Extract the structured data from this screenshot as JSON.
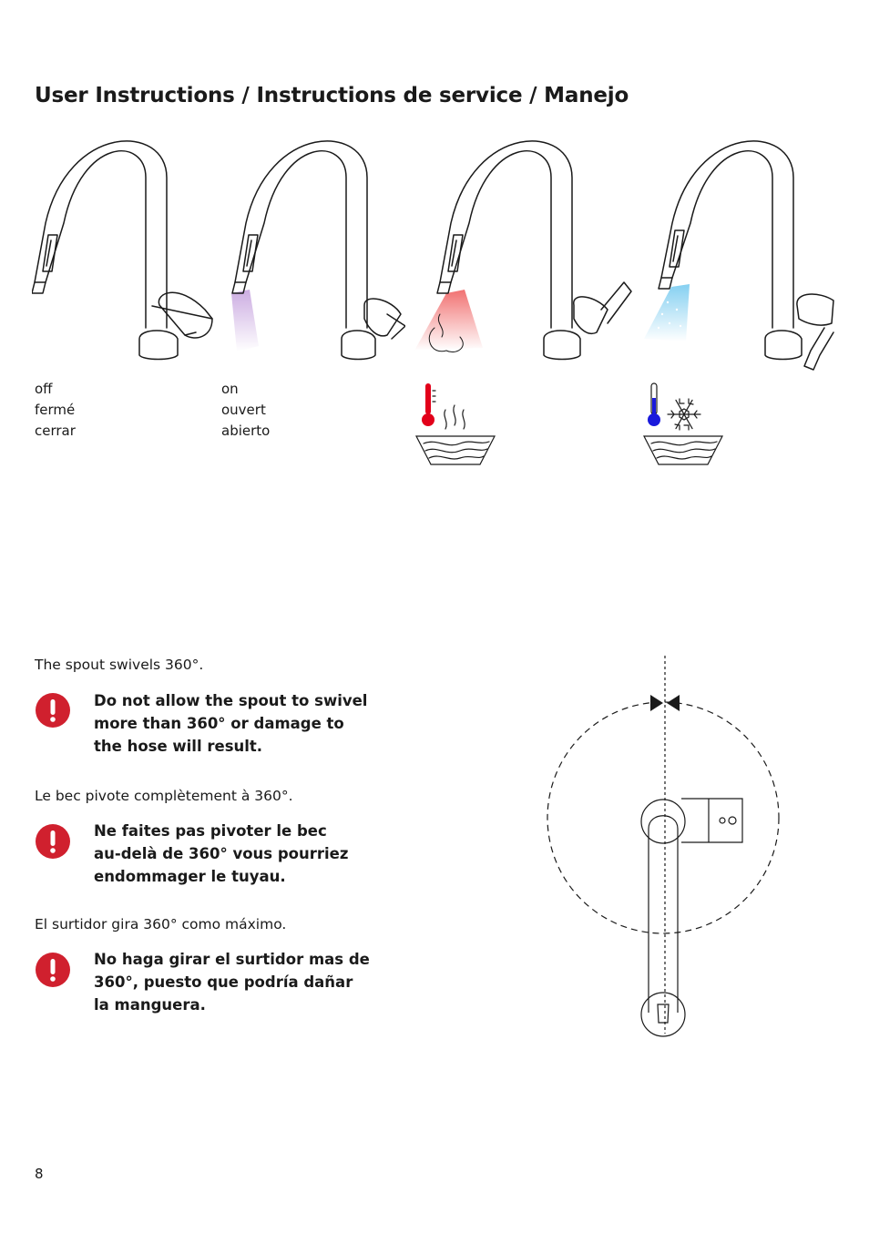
{
  "title": "User Instructions / Instructions de service / Manejo",
  "states": [
    {
      "icon": "faucet-off-icon",
      "lines": [
        "off",
        "fermé",
        "cerrar"
      ]
    },
    {
      "icon": "faucet-on-icon",
      "lines": [
        "on",
        "ouvert",
        "abierto"
      ]
    },
    {
      "icon": "faucet-hot-icon",
      "symbol": "hot-water-icon"
    },
    {
      "icon": "faucet-cold-icon",
      "symbol": "cold-water-icon"
    }
  ],
  "colors": {
    "mixed_water": "#c9a8e0",
    "hot_water": "#f06a6a",
    "cold_water": "#7ecdf0",
    "hot_thermometer": "#e2001a",
    "cold_thermometer": "#1a1adc",
    "warning": "#d0202e"
  },
  "swivel_sections": [
    {
      "text": "The spout swivels 360°.",
      "warning": [
        "Do not allow the spout to swivel",
        "more than 360° or damage to",
        "the hose will result."
      ]
    },
    {
      "text": "Le bec pivote complètement à 360°.",
      "warning": [
        "Ne faites pas pivoter le bec",
        "au-delà de 360° vous pourriez",
        "endommager le tuyau."
      ]
    },
    {
      "text": "El surtidor gira 360° como máximo.",
      "warning": [
        "No haga girar el surtidor mas de",
        "360°, puesto que podría dañar",
        "la manguera."
      ]
    }
  ],
  "page_number": "8"
}
